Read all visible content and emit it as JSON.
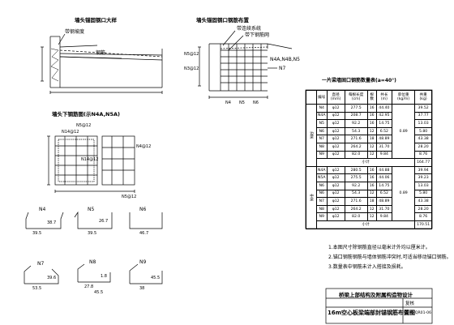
{
  "view_titles": {
    "detail": "墙头锚固钢口大样",
    "layout": "墙头锚固钢口钢筋布置",
    "section": "墙头下钢筋图(示N4A,N5A)",
    "table": "一片梁墙固口钢筋数量表(a=40°)"
  },
  "callouts": {
    "detail_left": "带钢坡度",
    "detail_right": "钢筋",
    "layout_a": "带连续系统",
    "layout_b": "带下钢筋网",
    "layout_c": "N4A,N4B,N5",
    "layout_d": "N7",
    "section_top1": "N5@12",
    "section_top2": "N14@12",
    "section_mid": "N14@12",
    "section_right": "N4@12",
    "section_bottom": "N5@12"
  },
  "layout_dims": {
    "left_marks": [
      "N5@12",
      "N3@12"
    ],
    "col_marks": [
      "N4",
      "N5",
      "N6"
    ]
  },
  "table": {
    "headers": [
      "编号",
      "直径(mm)",
      "每根长度(cm)",
      "根数",
      "共长(m)",
      "单位重(kg/m)",
      "共重(kg)"
    ],
    "groups": [
      {
        "name": "边梁",
        "rows": [
          [
            "N4",
            "φ12",
            "277.5",
            "16",
            "44.40",
            "",
            "39.52"
          ],
          [
            "N4A",
            "φ12",
            "208.7",
            "16",
            "42.95",
            "",
            "37.77"
          ],
          [
            "N5",
            "φ12",
            "92.2",
            "16",
            "14.75",
            "",
            "13.03"
          ],
          [
            "N6",
            "φ12",
            "54.3",
            "12",
            "6.52",
            "0.89",
            "5.80"
          ],
          [
            "N7",
            "φ12",
            "271.6",
            "18",
            "48.89",
            "",
            "43.38"
          ],
          [
            "N8",
            "φ12",
            "264.2",
            "12",
            "31.70",
            "",
            "28.20"
          ],
          [
            "N9",
            "φ12",
            "82.0",
            "12",
            "9.84",
            "",
            "8.76"
          ]
        ],
        "subtotal_label": "小计",
        "subtotal": "164.77"
      },
      {
        "name": "中梁",
        "rows": [
          [
            "N4A",
            "φ12",
            "280.5",
            "16",
            "44.88",
            "",
            "39.94"
          ],
          [
            "N5A",
            "φ12",
            "275.5",
            "16",
            "44.06",
            "",
            "39.23"
          ],
          [
            "N6",
            "φ12",
            "92.2",
            "16",
            "14.75",
            "",
            "13.03"
          ],
          [
            "N6",
            "φ12",
            "54.3",
            "12",
            "6.52",
            "0.89",
            "5.80"
          ],
          [
            "N7",
            "φ12",
            "271.6",
            "18",
            "48.89",
            "",
            "43.38"
          ],
          [
            "N8",
            "φ12",
            "264.2",
            "12",
            "31.70",
            "",
            "28.20"
          ],
          [
            "N9",
            "φ12",
            "82.0",
            "12",
            "9.84",
            "",
            "8.76"
          ]
        ],
        "subtotal_label": "小计",
        "subtotal": "170.51"
      }
    ]
  },
  "notes": [
    "1.本图尺寸除钢筋直径以毫米计外均以厘米计。",
    "2.锚口钢筋钢筋与墙体钢筋冲突时,可适当移动锚口钢筋。",
    "3.数量表中钢筋未计入搭接及损耗。"
  ],
  "bends": [
    {
      "label": "N4",
      "dims": [
        "39.5",
        "38.7"
      ]
    },
    {
      "label": "N5",
      "dims": [
        "39.5",
        "26.7"
      ]
    },
    {
      "label": "N6",
      "dims": [
        "46.7"
      ]
    },
    {
      "label": "N7",
      "dims": [
        "53.5",
        "39.6"
      ]
    },
    {
      "label": "N8",
      "dims": [
        "27.8",
        "1.8",
        "45.5"
      ]
    },
    {
      "label": "N9",
      "dims": [
        "38",
        "45.5"
      ]
    }
  ],
  "title_block": {
    "project": "桥梁上部结构及附属构造物设计",
    "sheet_title": "16m空心板梁端部封锚钢筋布置图",
    "label_review": "复核",
    "drawing_no": "GS45/QR01-06"
  }
}
